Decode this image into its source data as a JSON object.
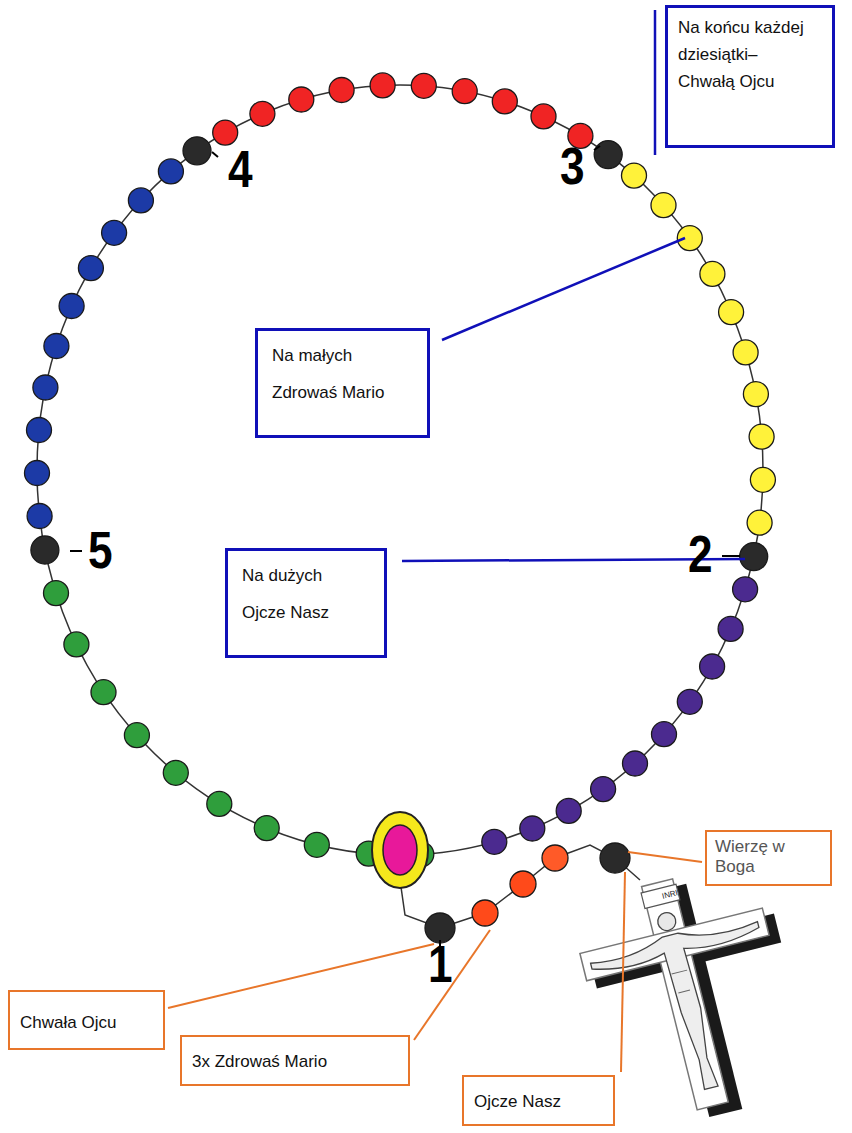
{
  "diagram": {
    "nodes": [
      {
        "text": [
          "Na końcu każdej dziesiątki– Chwałą Ojcu"
        ]
      },
      {
        "text": [
          "Na małych Zdrowaś Mario"
        ]
      },
      {
        "text": [
          "Na dużych Ojcze Nasz"
        ]
      },
      {
        "text": [
          "Wierzę w Boga"
        ]
      },
      {
        "text": [
          "Chwała Ojcu"
        ]
      },
      {
        "text": [
          "3x Zdrowaś Mario"
        ]
      },
      {
        "text": [
          "Ojcze Nasz"
        ]
      }
    ],
    "labels": [
      "3",
      "4",
      "2",
      "5",
      "1",
      "INRI"
    ]
  }
}
